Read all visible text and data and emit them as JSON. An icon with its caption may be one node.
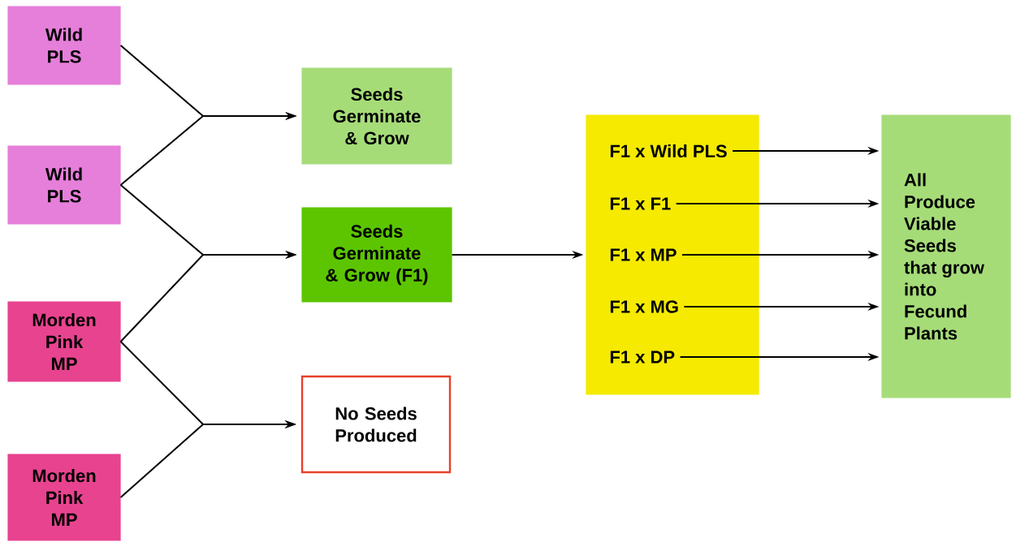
{
  "diagram": {
    "nodes": [
      {
        "text": [
          "Wild PLS"
        ]
      },
      {
        "text": [
          "Wild PLS"
        ]
      },
      {
        "text": [
          "Morden Pink MP"
        ]
      },
      {
        "text": [
          "Morden Pink MP"
        ]
      },
      {
        "text": [
          "Seeds Germinate & Grow"
        ]
      },
      {
        "text": [
          "Seeds Germinate & Grow (F1)"
        ]
      },
      {
        "text": [
          "No Seeds Produced"
        ]
      },
      {
        "text": [],
        "shape": "box"
      },
      {
        "text": [
          "F1 x Wild PLS"
        ],
        "in": 7
      },
      {
        "text": [
          "F1 x F1"
        ],
        "in": 7
      },
      {
        "text": [
          "F1 x MP"
        ],
        "in": 7
      },
      {
        "text": [
          "F1 x MG"
        ],
        "in": 7
      },
      {
        "text": [
          "F1 x DP"
        ],
        "in": 7
      },
      {
        "text": [
          "All Produce Viable Seeds that grow into Fecund Plants"
        ]
      }
    ],
    "edges": [
      {
        "from": 0,
        "to": 4,
        "arrow": "to"
      },
      {
        "from": 1,
        "to": 4,
        "arrow": "to"
      },
      {
        "from": 1,
        "to": 5,
        "arrow": "to"
      },
      {
        "from": 2,
        "to": 5,
        "arrow": "to"
      },
      {
        "from": 2,
        "to": 6,
        "arrow": "to"
      },
      {
        "from": 3,
        "to": 6,
        "arrow": "to"
      },
      {
        "from": 5,
        "to": 7,
        "arrow": "to"
      },
      {
        "from": 8,
        "to": 13,
        "arrow": "to"
      },
      {
        "from": 9,
        "to": 13,
        "arrow": "to"
      },
      {
        "from": 10,
        "to": 13,
        "arrow": "to"
      },
      {
        "from": 11,
        "to": 13,
        "arrow": "to"
      },
      {
        "from": 12,
        "to": 13,
        "arrow": "to"
      }
    ]
  }
}
